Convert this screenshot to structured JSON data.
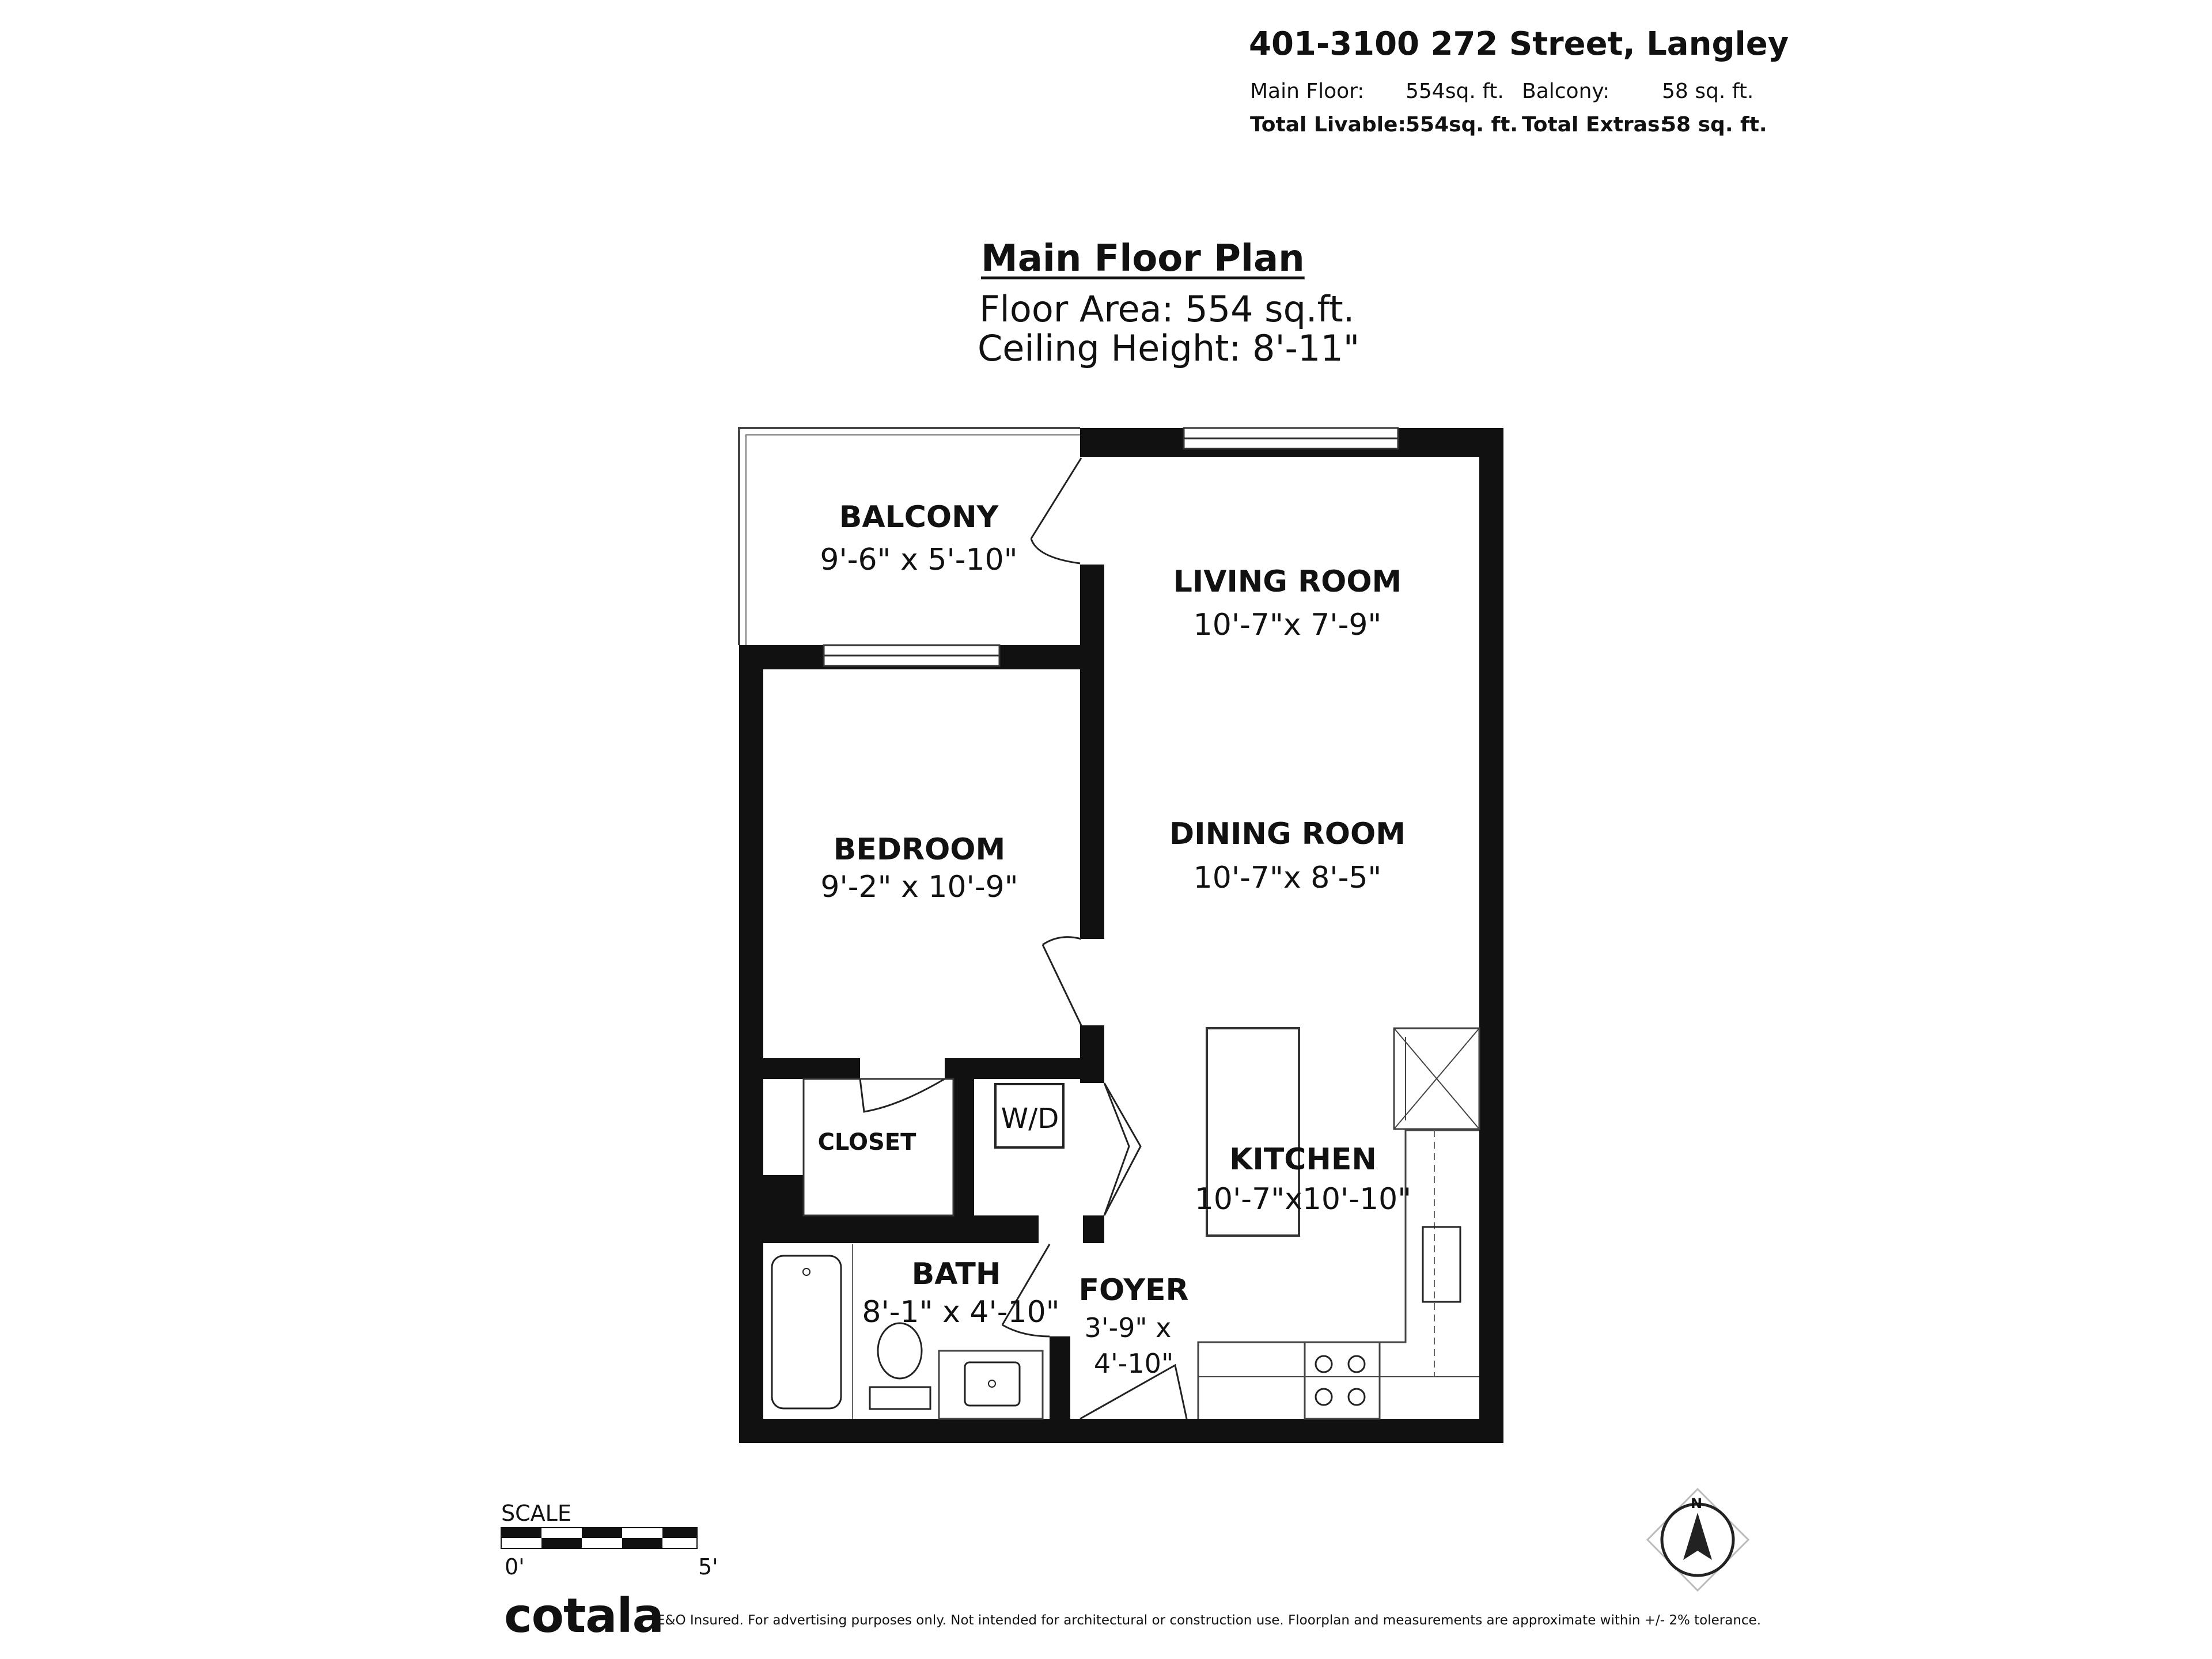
{
  "header": {
    "address": "401-3100 272 Street, Langley",
    "main_floor_label": "Main Floor:",
    "main_floor_value": "554sq. ft.",
    "balcony_label": "Balcony:",
    "balcony_value": "58 sq. ft.",
    "total_livable_label": "Total Livable:",
    "total_livable_value": "554sq. ft.",
    "total_extras_label": "Total Extras:",
    "total_extras_value": "58 sq. ft."
  },
  "plan": {
    "title": "Main Floor Plan",
    "floor_area": "Floor Area: 554 sq.ft.",
    "ceiling_height": "Ceiling Height: 8'-11\""
  },
  "rooms": {
    "balcony": {
      "name": "BALCONY",
      "dim": "9'-6\" x 5'-10\""
    },
    "living": {
      "name": "LIVING ROOM",
      "dim": "10'-7\"x  7'-9\""
    },
    "dining": {
      "name": "DINING ROOM",
      "dim": "10'-7\"x  8'-5\""
    },
    "bedroom": {
      "name": "BEDROOM",
      "dim": "9'-2\" x 10'-9\""
    },
    "closet": {
      "name": "CLOSET"
    },
    "wd": {
      "name": "W/D"
    },
    "kitchen": {
      "name": "KITCHEN",
      "dim": "10'-7\"x10'-10\""
    },
    "bath": {
      "name": "BATH",
      "dim": "8'-1\" x 4'-10\""
    },
    "foyer": {
      "name": "FOYER",
      "dim_line1": "3'-9\" x",
      "dim_line2": "4'-10\""
    }
  },
  "scale": {
    "label": "SCALE",
    "start": "0'",
    "end": "5'"
  },
  "compass": {
    "north": "N"
  },
  "brand": "cotala",
  "disclaimer": "E&O Insured. For advertising purposes only. Not intended for architectural or construction use. Floorplan and measurements are approximate within +/- 2% tolerance."
}
